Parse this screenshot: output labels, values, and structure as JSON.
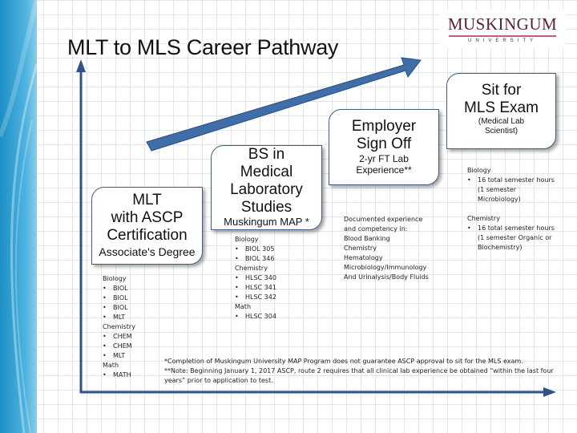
{
  "title": "MLT to MLS Career Pathway",
  "logo": {
    "name": "MUSKINGUM",
    "sub": "UNIVERSITY"
  },
  "colors": {
    "arrow": "#3f6ea8",
    "box_border": "#3e5c86",
    "band": "#1d8fc6"
  },
  "steps": [
    {
      "lines": [
        "MLT",
        "with ASCP",
        "Certification"
      ],
      "sub": "Associate's Degree"
    },
    {
      "lines": [
        "BS in",
        "Medical",
        "Laboratory",
        "Studies"
      ],
      "sub": "Muskingum MAP *"
    },
    {
      "lines": [
        "Employer",
        "Sign Off"
      ],
      "sub": "2-yr FT Lab Experience**"
    },
    {
      "lines": [
        "Sit for",
        "MLS Exam"
      ],
      "sub": "(Medical Lab Scientist)"
    }
  ],
  "mlt_list": [
    {
      "h": "Biology"
    },
    {
      "b": "BIOL"
    },
    {
      "b": "BIOL"
    },
    {
      "b": "BIOL"
    },
    {
      "b": "MLT"
    },
    {
      "h": "Chemistry"
    },
    {
      "b": "CHEM"
    },
    {
      "b": "CHEM"
    },
    {
      "b": "MLT"
    },
    {
      "h": "Math"
    },
    {
      "b": "MATH"
    }
  ],
  "bs_list": [
    {
      "h": "Biology"
    },
    {
      "b": "BIOL 305"
    },
    {
      "b": "BIOL 346"
    },
    {
      "h": "Chemistry"
    },
    {
      "b": "HLSC 340"
    },
    {
      "b": "HLSC 341"
    },
    {
      "b": "HLSC 342"
    },
    {
      "h": "Math"
    },
    {
      "b": "HLSC 304"
    }
  ],
  "employer_list": [
    "Documented experience",
    "and competency in:",
    "Blood Banking",
    "Chemistry",
    "Hematology",
    "Microbiology/Immunology",
    "And Urinalysis/Body Fluids"
  ],
  "mls_list": [
    {
      "h": "Biology"
    },
    {
      "b": "16 total semester hours (1 semester Microbiology)"
    },
    {
      "h": ""
    },
    {
      "h": "Chemistry"
    },
    {
      "b": "16 total semester hours (1 semester Organic or Biochemistry)"
    }
  ],
  "footnotes": [
    "*Completion of Muskingum University MAP Program does not guarantee ASCP approval to sit for the MLS exam.",
    "**Note: Beginning January 1, 2017  ASCP, route 2 requires that all clinical lab experience be obtained “within the last four years” prior to application to test."
  ]
}
